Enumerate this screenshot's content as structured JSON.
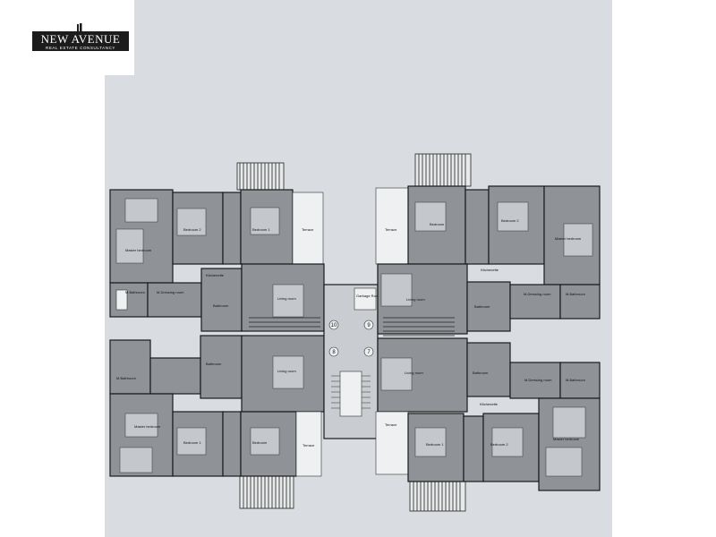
{
  "logo": {
    "title": "NEW AVENUE",
    "subtitle": "REAL ESTATE CONSULTANCY"
  },
  "core": {
    "garbage_room": "Garbage Room",
    "units": [
      "10",
      "9",
      "8",
      "7"
    ]
  },
  "rooms": {
    "master_bedroom": "Master bedroom",
    "bedroom_1": "Bedroom 1",
    "bedroom_2": "Bedroom 2",
    "bedroom": "Bedroom",
    "living_room": "Living room",
    "kitchenette": "Kitchenette",
    "bathroom": "Bathroom",
    "m_bathroom": "M.Bathroom",
    "m_dressing_room": "M.Dressing room",
    "terrace": "Terrace"
  },
  "colors": {
    "paper": "#d9dce0",
    "room_fill": "#8f9398",
    "wall": "#1a1a1a",
    "logo_bg": "#1c1c1c"
  }
}
